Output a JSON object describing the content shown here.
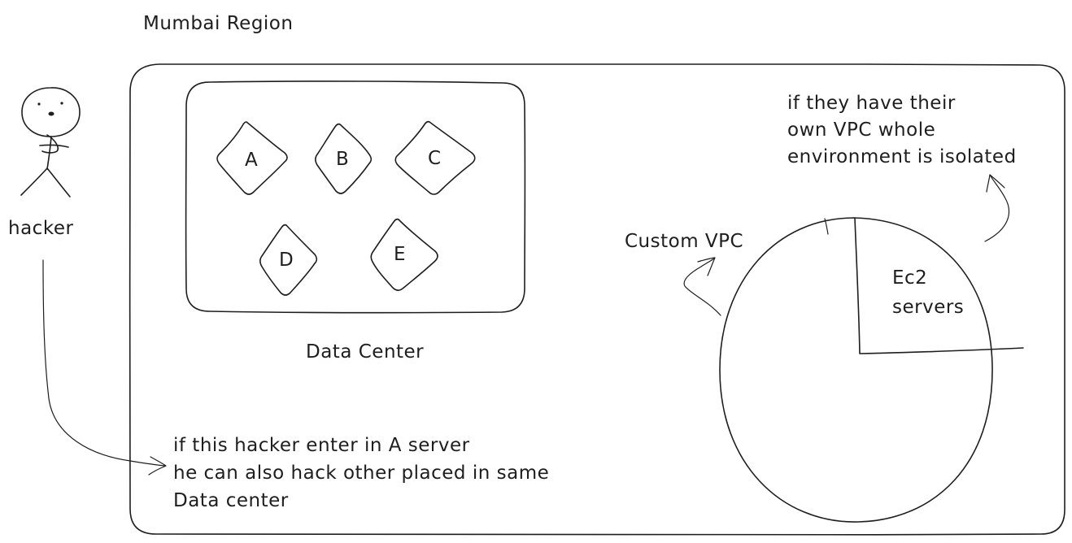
{
  "region_label": "Mumbai Region",
  "hacker": {
    "label": "hacker"
  },
  "data_center": {
    "label": "Data Center",
    "servers": [
      "A",
      "B",
      "C",
      "D",
      "E"
    ]
  },
  "hacker_note": {
    "lines": [
      "if this hacker enter in A server",
      "he can also hack other placed in same",
      "Data center"
    ]
  },
  "vpc": {
    "label": "Custom VPC",
    "slice_lines": [
      "Ec2",
      "servers"
    ]
  },
  "isolation_note": {
    "lines": [
      "if they have their",
      "own VPC whole",
      "environment is isolated"
    ]
  }
}
